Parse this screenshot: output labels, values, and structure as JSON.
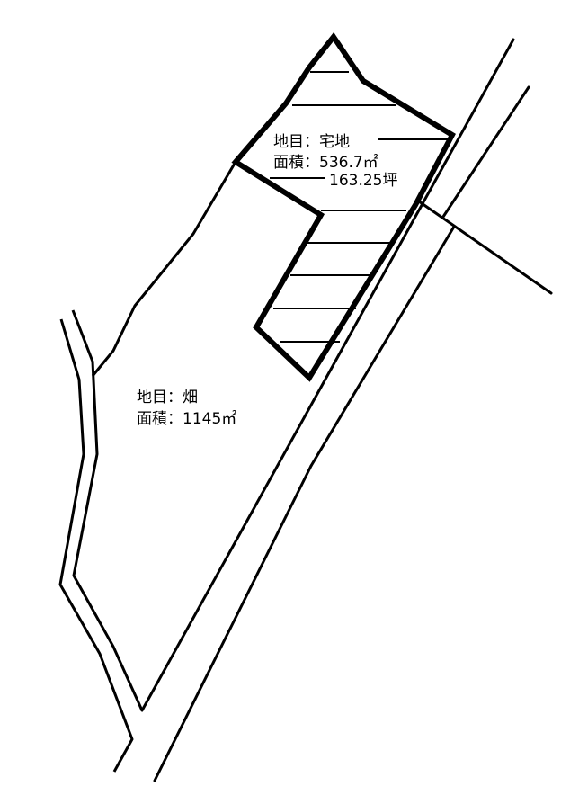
{
  "plot_a": {
    "category_line": "地目：宅地",
    "area_sqm_line": "面積：536.7㎡",
    "area_tsubo_line": "163.25坪"
  },
  "plot_b": {
    "category_line": "地目：畑",
    "area_sqm_line": "面積：1145㎡"
  },
  "colors": {
    "line": "#000000",
    "background": "#ffffff"
  }
}
